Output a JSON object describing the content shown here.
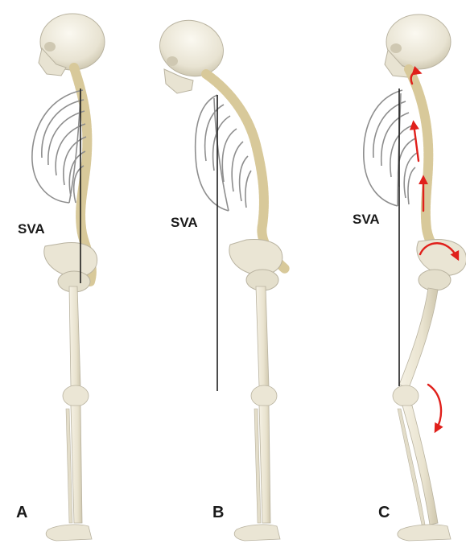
{
  "panels": [
    {
      "letter": "A",
      "plumb_label": "SVA"
    },
    {
      "letter": "B",
      "plumb_label": "SVA"
    },
    {
      "letter": "C",
      "plumb_label": "SVA"
    }
  ],
  "colors": {
    "background": "#ffffff",
    "bone": "#ece7d6",
    "bone_shadow": "#b9b3a0",
    "spine": "#d8c99a",
    "rib_outline": "#8e8e8e",
    "plumb_line": "#1e1e1e",
    "arrow": "#e0201b",
    "label_text": "#1a1a1a"
  },
  "icons": [
    "curved-arrow-icon",
    "upward-arrow-icon"
  ]
}
